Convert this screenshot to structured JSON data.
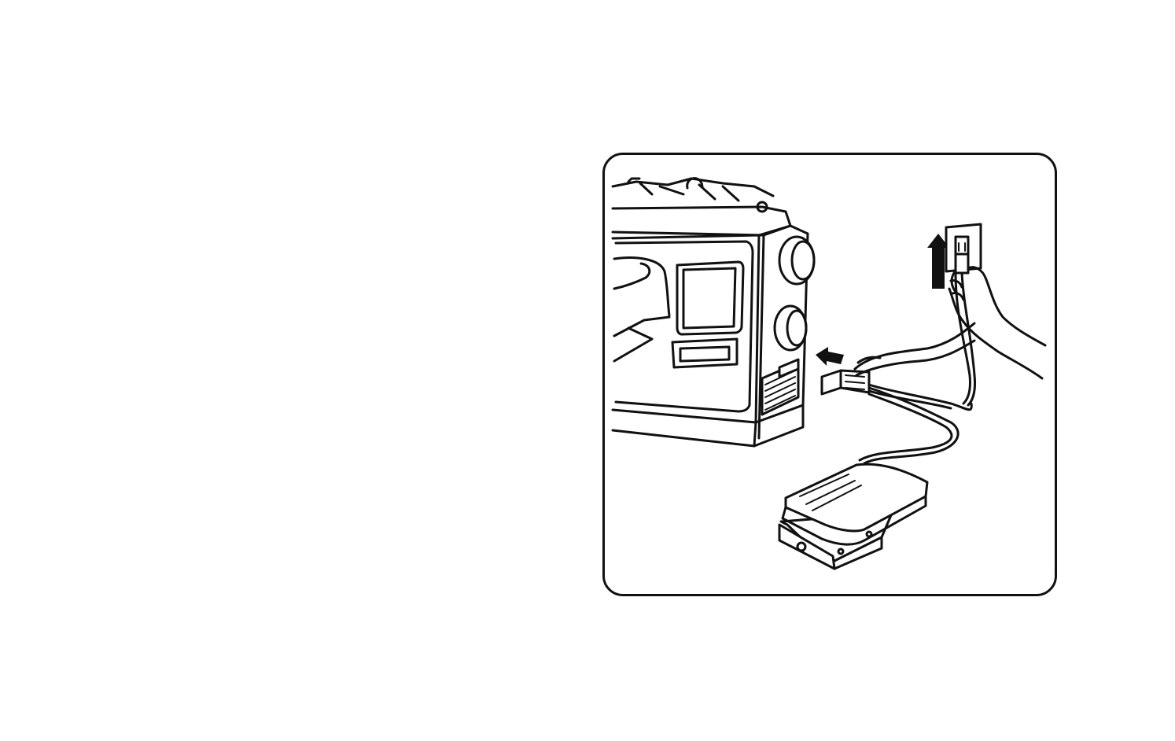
{
  "figure": {
    "description_visible_text": "",
    "arrows": [
      {
        "name": "unplug-arrow-up",
        "direction": "up"
      },
      {
        "name": "unplug-arrow-left",
        "direction": "left"
      }
    ],
    "colors": {
      "ink": "#111111",
      "paper": "#ffffff"
    }
  }
}
